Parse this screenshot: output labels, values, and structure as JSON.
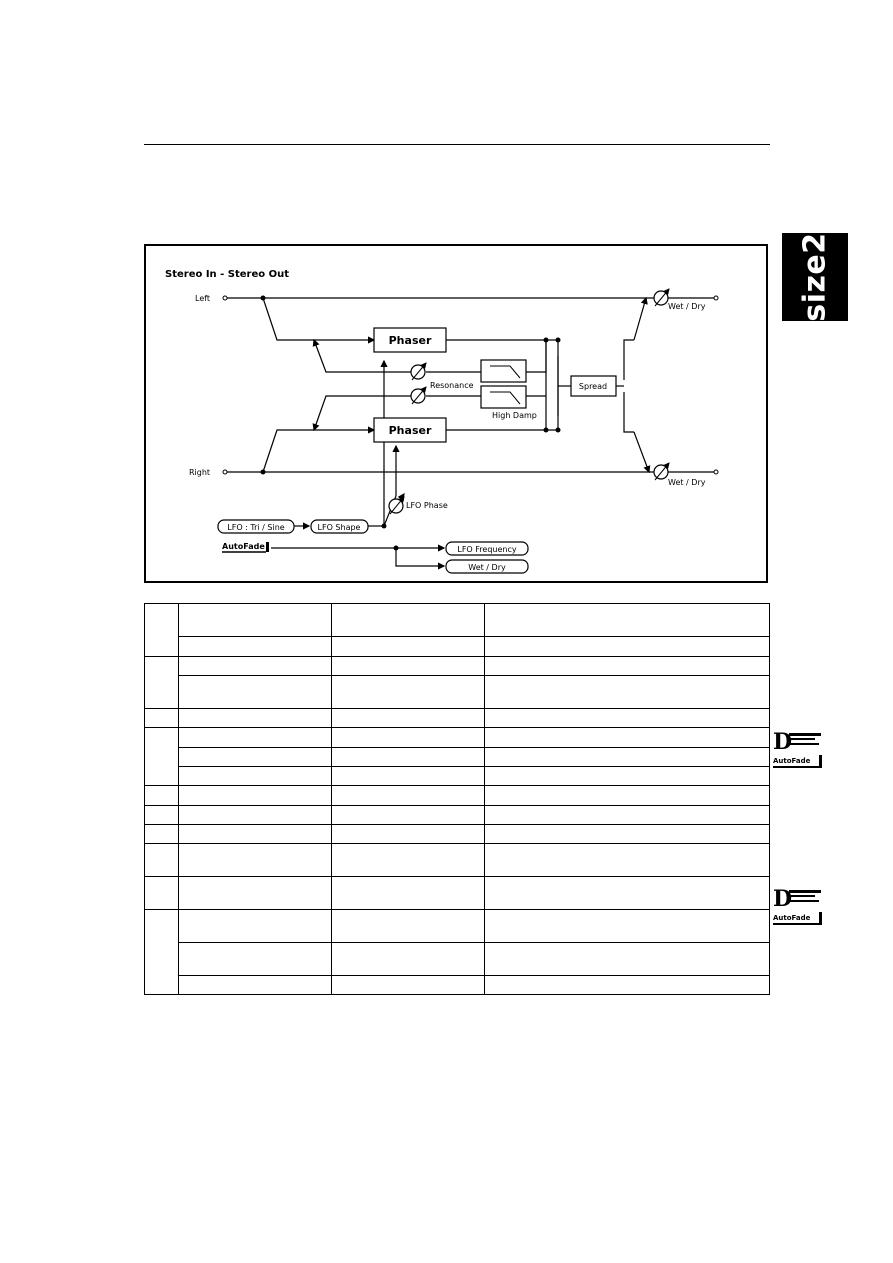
{
  "side_tab": {
    "label": "size2"
  },
  "diagram": {
    "title": "Stereo In - Stereo Out",
    "left_label": "Left",
    "right_label": "Right",
    "phaser_label": "Phaser",
    "resonance_label": "Resonance",
    "high_damp_label": "High Damp",
    "spread_label": "Spread",
    "wet_dry_label": "Wet / Dry",
    "lfo_phase_label": "LFO Phase",
    "lfo_wave_label": "LFO : Tri / Sine",
    "lfo_shape_label": "LFO Shape",
    "autofade_label": "AutoFade",
    "lfo_frequency_label": "LFO Frequency",
    "wet_dry_box_label": "Wet / Dry"
  },
  "table": {
    "rows": [
      {
        "group": "a",
        "height": 33
      },
      {
        "group": "a",
        "height": 20
      },
      {
        "group": "b",
        "height": 19
      },
      {
        "group": "b",
        "height": 33
      },
      {
        "group": "c",
        "height": 19
      },
      {
        "group": "d",
        "height": 20
      },
      {
        "group": "d",
        "height": 19
      },
      {
        "group": "d",
        "height": 19
      },
      {
        "group": "e",
        "height": 20
      },
      {
        "group": "f",
        "height": 19
      },
      {
        "group": "g",
        "height": 19
      },
      {
        "group": "h",
        "height": 33
      },
      {
        "group": "i",
        "height": 33
      },
      {
        "group": "j",
        "height": 33
      },
      {
        "group": "j",
        "height": 33
      },
      {
        "group": "j",
        "height": 19
      }
    ]
  },
  "margin_icons": [
    {
      "name": "dmod-autofade-icon",
      "dmod_text": "D",
      "autofade_text": "AutoFade"
    },
    {
      "name": "dmod-autofade-icon",
      "dmod_text": "D",
      "autofade_text": "AutoFade"
    }
  ]
}
